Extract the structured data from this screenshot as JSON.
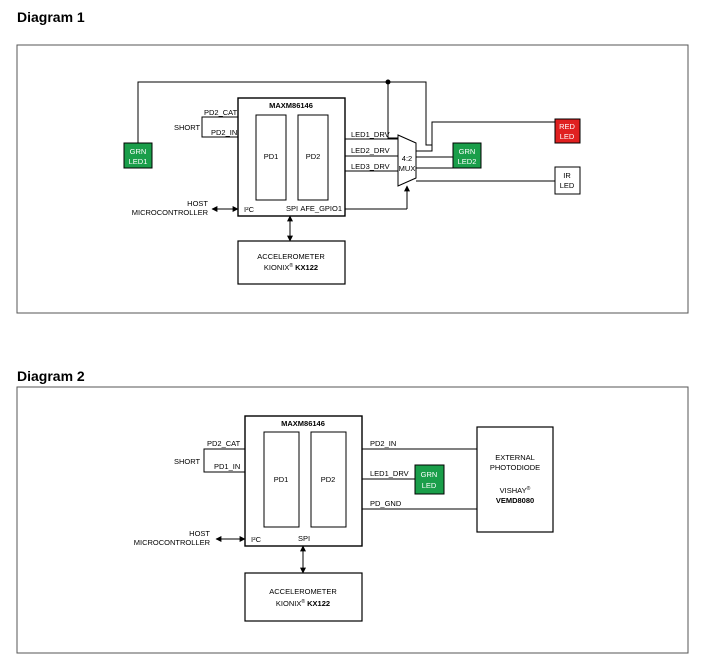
{
  "diagram1": {
    "heading": "Diagram 1",
    "chip": {
      "title": "MAXM86146",
      "pd1": "PD1",
      "pd2": "PD2",
      "i2c": "I²C",
      "spi": "SPI",
      "afe_gpio": "AFE_GPIO1"
    },
    "pins": {
      "pd2_cat": "PD2_CAT",
      "pd2_in": "PD2_IN",
      "short": "SHORT",
      "led1": "LED1_DRV",
      "led2": "LED2_DRV",
      "led3": "LED3_DRV"
    },
    "mux": {
      "line1": "4:2",
      "line2": "MUX"
    },
    "grn_led1": {
      "line1": "GRN",
      "line2": "LED1",
      "color": "#1a9e4a"
    },
    "grn_led2": {
      "line1": "GRN",
      "line2": "LED2",
      "color": "#1a9e4a"
    },
    "red_led": {
      "line1": "RED",
      "line2": "LED",
      "color": "#e02020"
    },
    "ir_led": {
      "line1": "IR",
      "line2": "LED"
    },
    "host": {
      "line1": "HOST",
      "line2": "MICROCONTROLLER"
    },
    "accel": {
      "line1": "ACCELEROMETER",
      "line2_prefix": "KIONIX",
      "reg": "®",
      "line2_model": "KX122"
    }
  },
  "diagram2": {
    "heading": "Diagram 2",
    "chip": {
      "title": "MAXM86146",
      "pd1": "PD1",
      "pd2": "PD2",
      "i2c": "I²C",
      "spi": "SPI"
    },
    "pins": {
      "pd2_cat": "PD2_CAT",
      "pd1_in": "PD1_IN",
      "short": "SHORT",
      "pd2_in": "PD2_IN",
      "led1": "LED1_DRV",
      "pd_gnd": "PD_GND"
    },
    "grn_led": {
      "line1": "GRN",
      "line2": "LED",
      "color": "#1a9e4a"
    },
    "ext_pd": {
      "line1": "EXTERNAL",
      "line2": "PHOTODIODE",
      "line3_prefix": "VISHAY",
      "reg": "®",
      "line4": "VEMD8080"
    },
    "host": {
      "line1": "HOST",
      "line2": "MICROCONTROLLER"
    },
    "accel": {
      "line1": "ACCELEROMETER",
      "line2_prefix": "KIONIX",
      "reg": "®",
      "line2_model": "KX122"
    }
  }
}
